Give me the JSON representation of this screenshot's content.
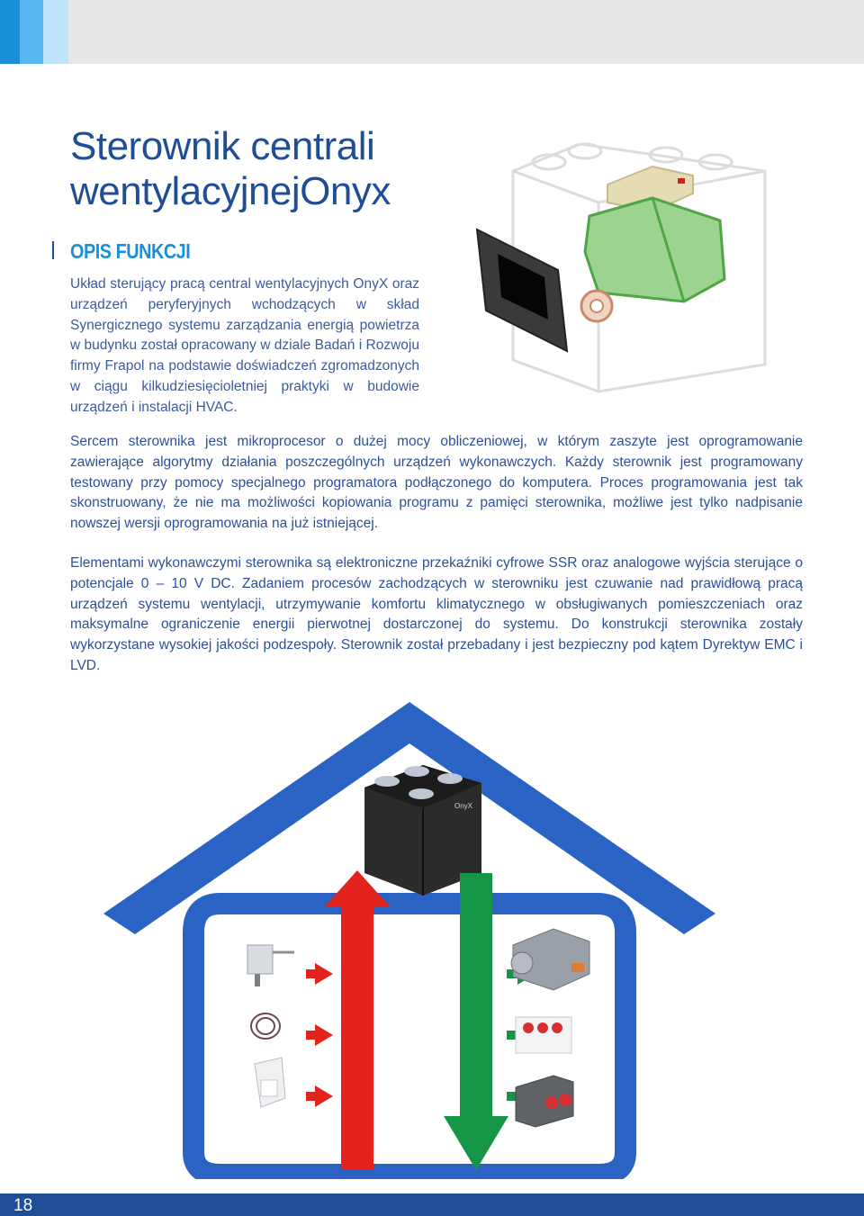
{
  "title_line1": "Sterownik centrali",
  "title_line2": "wentylacyjnejOnyx",
  "section_heading": "OPIS FUNKCJI",
  "intro_text": "Układ sterujący pracą central wentylacyjnych OnyX oraz urządzeń peryferyjnych wchodzących w skład Synergicznego systemu zarządzania energią powietrza w budynku został opracowany w dziale Badań i Rozwoju firmy Frapol na podstawie doświadczeń zgromadzonych w ciągu kilkudziesięcioletniej praktyki w budowie urządzeń i instalacji HVAC.",
  "paragraph1": "Sercem sterownika jest mikroprocesor o dużej mocy obliczeniowej, w którym zaszyte jest oprogramowanie zawierające algorytmy działania poszczególnych urządzeń wykonawczych. Każdy sterownik jest programowany testowany przy pomocy specjalnego programatora podłączonego do komputera. Proces programowania jest tak skonstruowany, że nie ma możliwości kopiowania programu z pamięci sterownika, możliwe jest tylko nadpisanie nowszej wersji oprogramowania na już istniejącej.",
  "paragraph2": "Elementami wykonawczymi sterownika są elektroniczne przekaźniki cyfrowe SSR oraz analogowe wyjścia sterujące o potencjale 0 – 10 V DC. Zadaniem procesów zachodzących w sterowniku jest czuwanie nad prawidłową pracą urządzeń systemu wentylacji, utrzymywanie komfortu klimatycznego w obsługiwanych pomieszczeniach oraz maksymalne ograniczenie energii pierwotnej dostarczonej do systemu. Do konstrukcji sterownika zostały wykorzystane wysokiej jakości podzespoły. Sterownik został przebadany i jest bezpieczny pod kątem Dyrektyw EMC i LVD.",
  "logo_text": "OnyX",
  "page_number": "18",
  "colors": {
    "title": "#1f4e96",
    "heading": "#1a8fd9",
    "house_outline": "#2a63c4",
    "arrow_up": "#e3231e",
    "arrow_down": "#159646",
    "footer": "#1f4e96"
  }
}
